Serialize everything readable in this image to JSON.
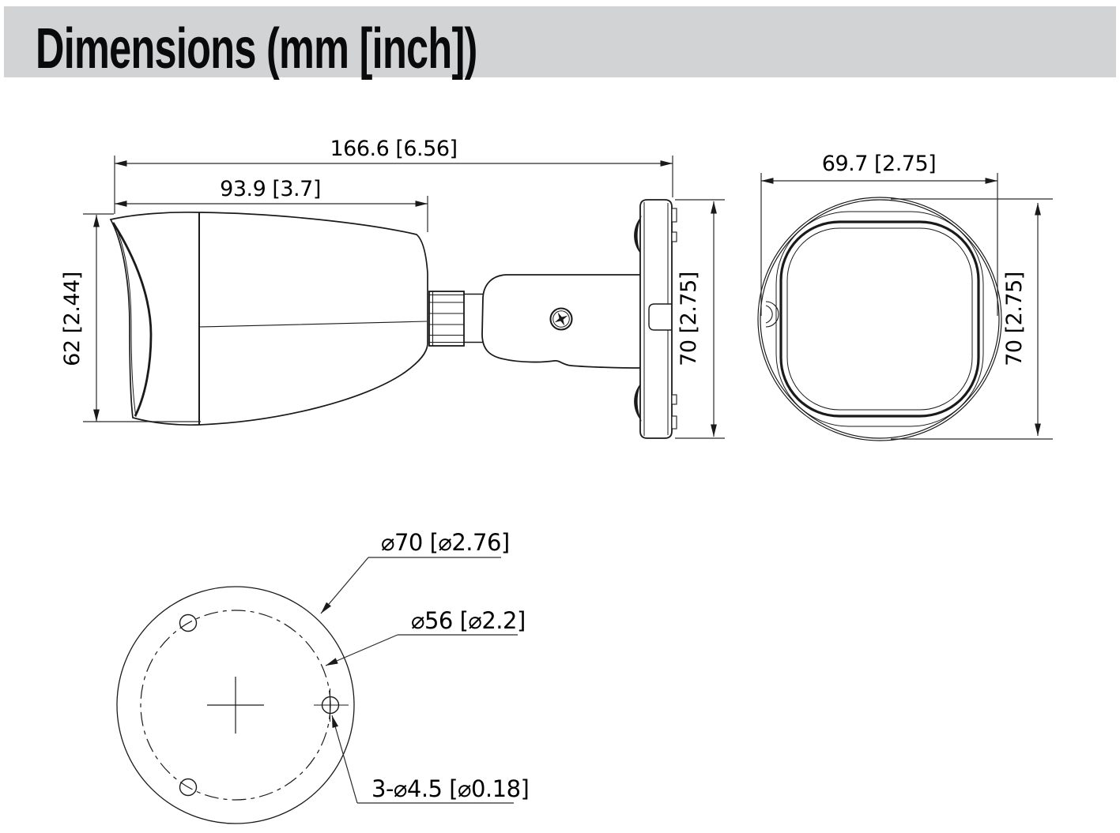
{
  "header": {
    "title": "Dimensions (mm [inch])",
    "bg_color": "#d2d3d5",
    "text_color": "#0a0a0a"
  },
  "drawing": {
    "line_color": "#1a1a1a"
  },
  "side_view": {
    "total_length_label": "166.6 [6.56]",
    "body_length_label": "93.9 [3.7]",
    "body_height_label": "62 [2.44]",
    "base_height_label": "70 [2.75]"
  },
  "front_view": {
    "width_label": "69.7 [2.75]",
    "height_label": "70 [2.75]"
  },
  "bottom_view": {
    "outer_diameter_label": "⌀70 [⌀2.76]",
    "bolt_circle_diameter_label": "⌀56 [⌀2.2]",
    "mounting_holes_label": "3-⌀4.5 [⌀0.18]"
  }
}
